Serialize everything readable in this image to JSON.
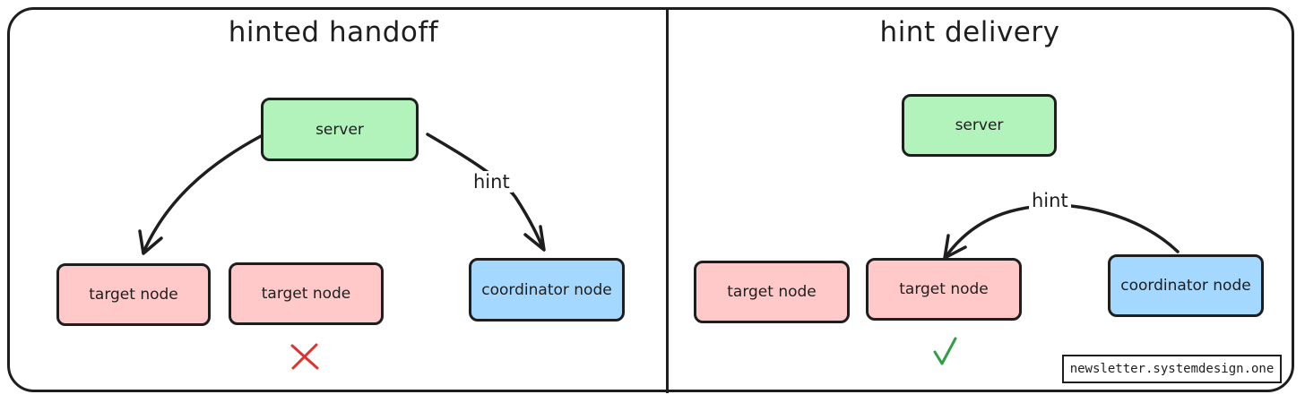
{
  "left_panel": {
    "title": "hinted handoff",
    "server_label": "server",
    "edge_label": "hint",
    "target_node_1_label": "target node",
    "target_node_2_label": "target node",
    "coordinator_label": "coordinator node",
    "status_icon": "cross-icon"
  },
  "right_panel": {
    "title": "hint delivery",
    "server_label": "server",
    "edge_label": "hint",
    "target_node_1_label": "target node",
    "target_node_2_label": "target node",
    "coordinator_label": "coordinator node",
    "status_icon": "check-icon"
  },
  "watermark": "newsletter.systemdesign.one",
  "colors": {
    "server": "#b2f2bb",
    "target_node": "#ffc9c9",
    "coordinator_node": "#a5d8ff",
    "cross": "#e03131",
    "check": "#2f9e44",
    "stroke": "#1e1e1e"
  }
}
